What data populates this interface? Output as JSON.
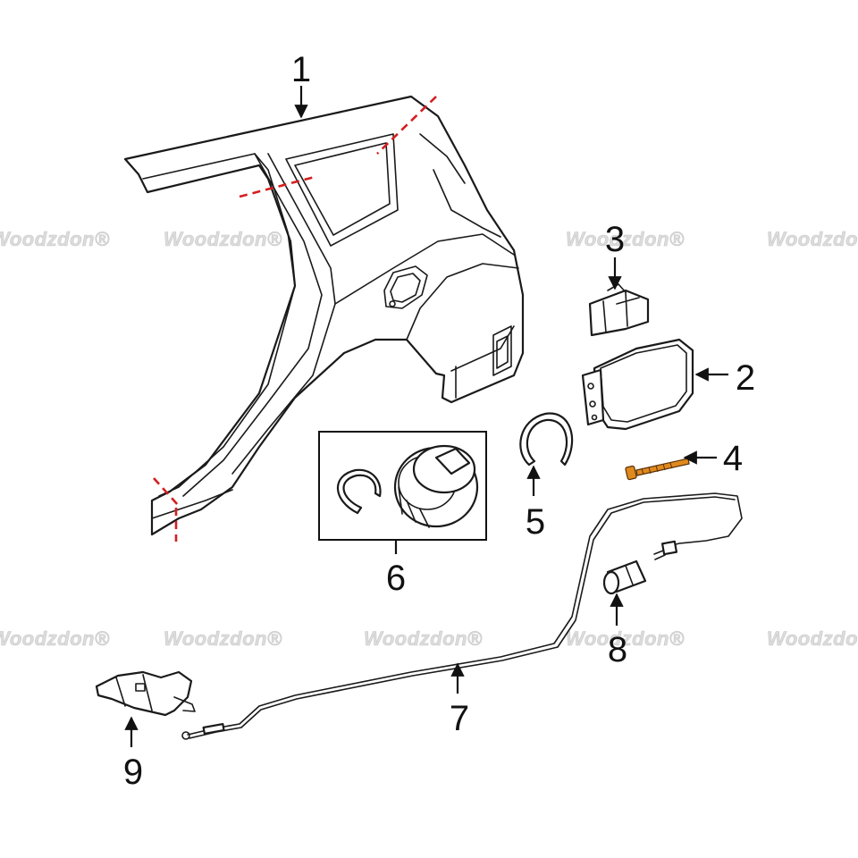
{
  "watermark": {
    "text": "Woodzdon®"
  },
  "callouts": [
    {
      "id": "1",
      "label": "1"
    },
    {
      "id": "2",
      "label": "2"
    },
    {
      "id": "3",
      "label": "3"
    },
    {
      "id": "4",
      "label": "4"
    },
    {
      "id": "5",
      "label": "5"
    },
    {
      "id": "6",
      "label": "6"
    },
    {
      "id": "7",
      "label": "7"
    },
    {
      "id": "8",
      "label": "8"
    },
    {
      "id": "9",
      "label": "9"
    }
  ],
  "colors": {
    "cut_line": "#d41f1f",
    "bolt_accent": "#e08a1e",
    "line": "#1a1a1a",
    "watermark": "#dcdcdc"
  }
}
